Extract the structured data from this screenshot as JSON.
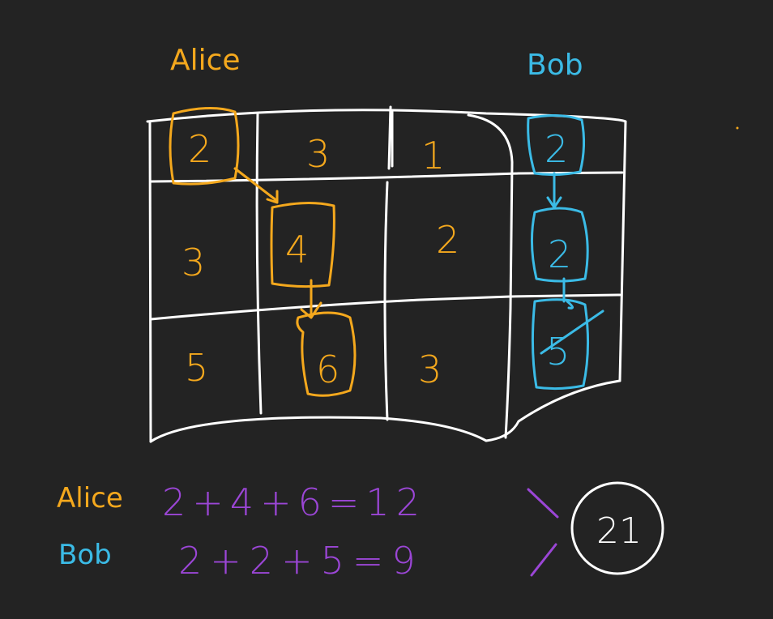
{
  "colors": {
    "background": "#232323",
    "alice": "#f4a81d",
    "bob": "#3bbbe6",
    "equation": "#9b46d6",
    "grid": "#ffffff"
  },
  "headers": {
    "alice": "Alice",
    "bob": "Bob"
  },
  "grid": {
    "rows": [
      [
        "2",
        "3",
        "1",
        "2"
      ],
      [
        "3",
        "4",
        "2",
        "2"
      ],
      [
        "5",
        "6",
        "3",
        "5"
      ]
    ]
  },
  "equations": {
    "alice_label": "Alice",
    "alice_expression": "2+4+6=12",
    "bob_label": "Bob",
    "bob_expression": "2+2+5=9",
    "total": "21"
  }
}
